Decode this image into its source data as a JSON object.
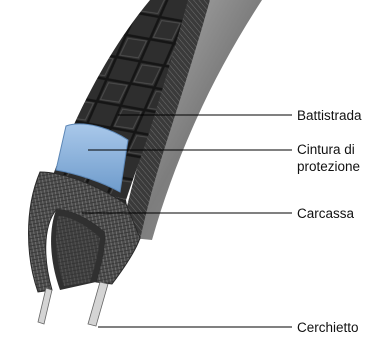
{
  "diagram": {
    "labels": {
      "tread": "Battistrada",
      "belt_line1": "Cintura di",
      "belt_line2": "protezione",
      "casing": "Carcassa",
      "bead": "Cerchietto"
    },
    "colors": {
      "tread": "#2b2b2b",
      "tread_pattern": "#4a4a4a",
      "sidewall": "#8c8c8c",
      "belt": "#8fb4dc",
      "casing": "#5a5a5a",
      "bead_wire": "#d9d9d9",
      "leader_line": "#000000"
    }
  }
}
